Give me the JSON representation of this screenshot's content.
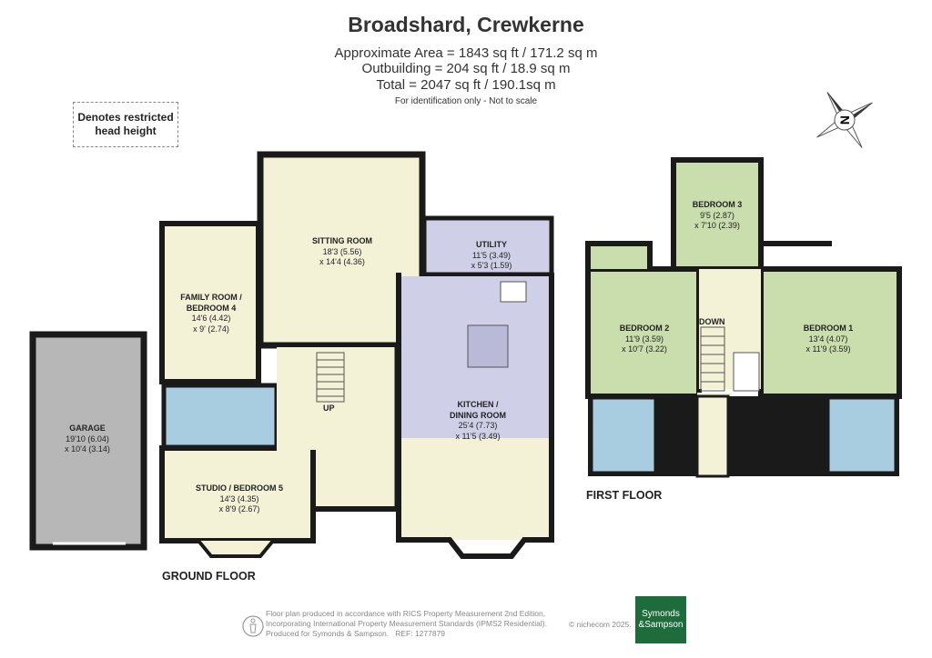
{
  "header": {
    "title": "Broadshard, Crewkerne",
    "area": "Approximate Area = 1843 sq ft / 171.2 sq m",
    "outbuilding": "Outbuilding = 204 sq ft / 18.9 sq m",
    "total": "Total = 2047 sq ft / 190.1sq m",
    "note": "For identification only - Not to scale"
  },
  "legend": {
    "restricted_line1": "Denotes restricted",
    "restricted_line2": "head height"
  },
  "compass": {
    "label": "N"
  },
  "ground_floor": {
    "label": "GROUND FLOOR",
    "up_label": "UP",
    "rooms": [
      {
        "name": "SITTING ROOM",
        "dim1": "18'3 (5.56)",
        "dim2": "x 14'4 (4.36)"
      },
      {
        "name": "UTILITY",
        "dim1": "11'5 (3.49)",
        "dim2": "x 5'3 (1.59)"
      },
      {
        "name_line1": "FAMILY ROOM /",
        "name_line2": "BEDROOM 4",
        "dim1": "14'6 (4.42)",
        "dim2": "x 9' (2.74)"
      },
      {
        "name": "GARAGE",
        "dim1": "19'10 (6.04)",
        "dim2": "x 10'4 (3.14)"
      },
      {
        "name_line1": "KITCHEN /",
        "name_line2": "DINING ROOM",
        "dim1": "25'4 (7.73)",
        "dim2": "x 11'5 (3.49)"
      },
      {
        "name": "STUDIO / BEDROOM 5",
        "dim1": "14'3 (4.35)",
        "dim2": "x 8'9 (2.67)"
      }
    ]
  },
  "first_floor": {
    "label": "FIRST FLOOR",
    "down_label": "DOWN",
    "rooms": [
      {
        "name": "BEDROOM 3",
        "dim1": "9'5 (2.87)",
        "dim2": "x 7'10 (2.39)"
      },
      {
        "name": "BEDROOM 2",
        "dim1": "11'9 (3.59)",
        "dim2": "x 10'7 (3.22)"
      },
      {
        "name": "BEDROOM 1",
        "dim1": "13'4 (4.07)",
        "dim2": "x 11'9 (3.59)"
      }
    ]
  },
  "footer": {
    "line1": "Floor plan produced in accordance with RICS Property Measurement 2nd Edition,",
    "line2": "Incorporating International Property Measurement Standards (IPMS2 Residential).",
    "line3_a": "Produced for Symonds & Sampson.",
    "line3_b": "REF:  1277879",
    "copyright": "© nichecom 2025.",
    "brand_line1": "Symonds",
    "brand_line2": "&Sampson"
  },
  "colors": {
    "wall": "#1a1a1a",
    "living": "#f3f1d6",
    "kitchen": "#cfd0e8",
    "bathroom": "#a9cde0",
    "bedroom": "#c9deac",
    "garage": "#b7b7b7",
    "brand": "#1e6b3b"
  }
}
